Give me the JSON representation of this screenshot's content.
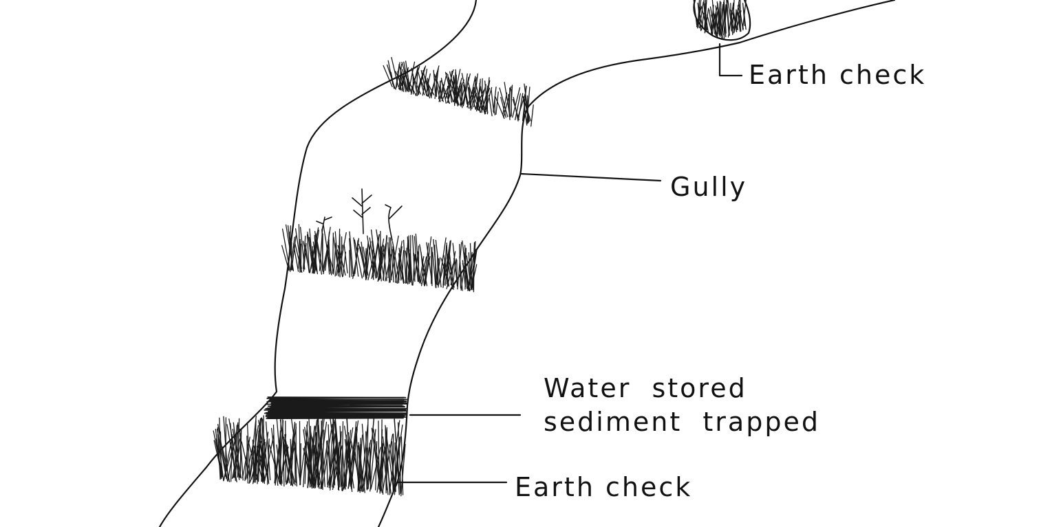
{
  "labels": {
    "earth_check_top": "Earth check",
    "gully": "Gully",
    "water_stored_line1": "Water  stored",
    "water_stored_line2": "sediment  trapped",
    "earth_check_bottom": "Earth check"
  },
  "colors": {
    "ink": "#111111",
    "background": "#ffffff"
  }
}
